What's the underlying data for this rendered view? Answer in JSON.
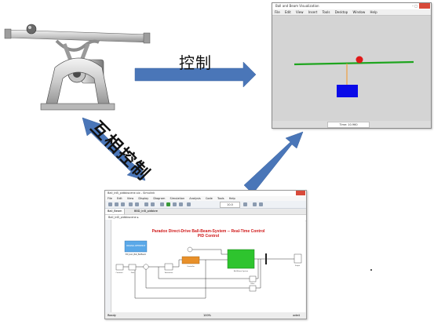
{
  "labels": {
    "control": "控制",
    "mutual_control": "互相控制"
  },
  "vr_window": {
    "title": "Ball and Beam Visualization",
    "window_buttons": "–  □",
    "menu": [
      "File",
      "Edit",
      "View",
      "Insert",
      "Tools",
      "Desktop",
      "Window",
      "Help"
    ],
    "time_readout": "Time: 10.960",
    "colors": {
      "beam": "#1fa51f",
      "ball": "#e01818",
      "rod": "#f0a040",
      "base": "#0a0ae8",
      "background": "#d4d4d4"
    }
  },
  "simulink": {
    "title": "Ball_inB_pidbbscene.slx - Simulink",
    "menu": [
      "File",
      "Edit",
      "View",
      "Display",
      "Diagram",
      "Simulation",
      "Analysis",
      "Code",
      "Tools",
      "Help"
    ],
    "stop_time": "10.0",
    "tabs": [
      "Ball_Beam",
      "BBD_inB_pidbbre"
    ],
    "address": "Ball_inB_pidbbscene ▸",
    "model_title_line1": "Paradox Direct-Drive Ball-Beam-System -- Real-Time Control",
    "model_title_line2": "PID Control",
    "blocks": {
      "info": "ORIGINAL REFERENCE",
      "subtitle": "PID_Gain_Ball_BallBeam",
      "step": "Constant",
      "scope": "Scope",
      "saturation": "Saturation",
      "controller": "Controller",
      "plant": "Ball-Beam System",
      "filter": "Filter",
      "gain": "Gain"
    },
    "status": {
      "ready": "Ready",
      "zoom": "100%",
      "solver": "ode4"
    }
  }
}
